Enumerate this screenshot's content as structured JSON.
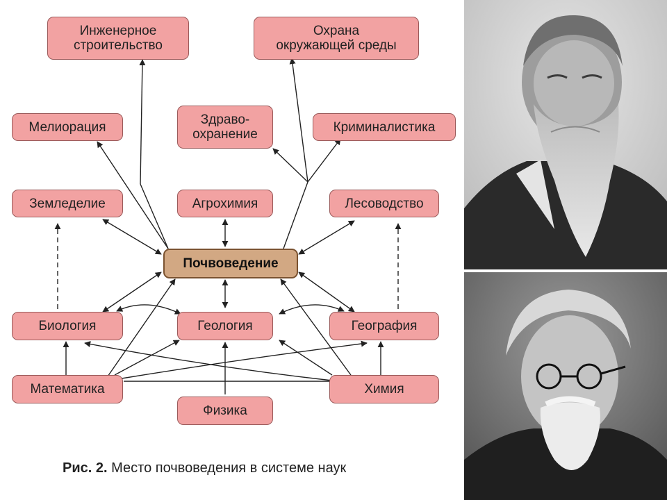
{
  "nodes": {
    "engineering": "Инженерное\nстроительство",
    "environment": "Охрана\nокружающей среды",
    "melioration": "Мелиорация",
    "healthcare": "Здраво-\nохранение",
    "criminalistics": "Криминалистика",
    "agriculture": "Земледелие",
    "agrochemistry": "Агрохимия",
    "forestry": "Лесоводство",
    "soil_science": "Почвоведение",
    "biology": "Биология",
    "geology": "Геология",
    "geography": "География",
    "mathematics": "Математика",
    "chemistry": "Химия",
    "physics": "Физика"
  },
  "caption": {
    "label": "Рис. 2.",
    "text": " Место почвоведения в системе наук"
  },
  "colors": {
    "node_fill": "#f2a2a2",
    "center_fill": "#d2a883",
    "arrow": "#222222"
  },
  "photos": {
    "top": "portrait-bearded-man-photo",
    "bottom": "portrait-man-with-glasses-photo"
  }
}
